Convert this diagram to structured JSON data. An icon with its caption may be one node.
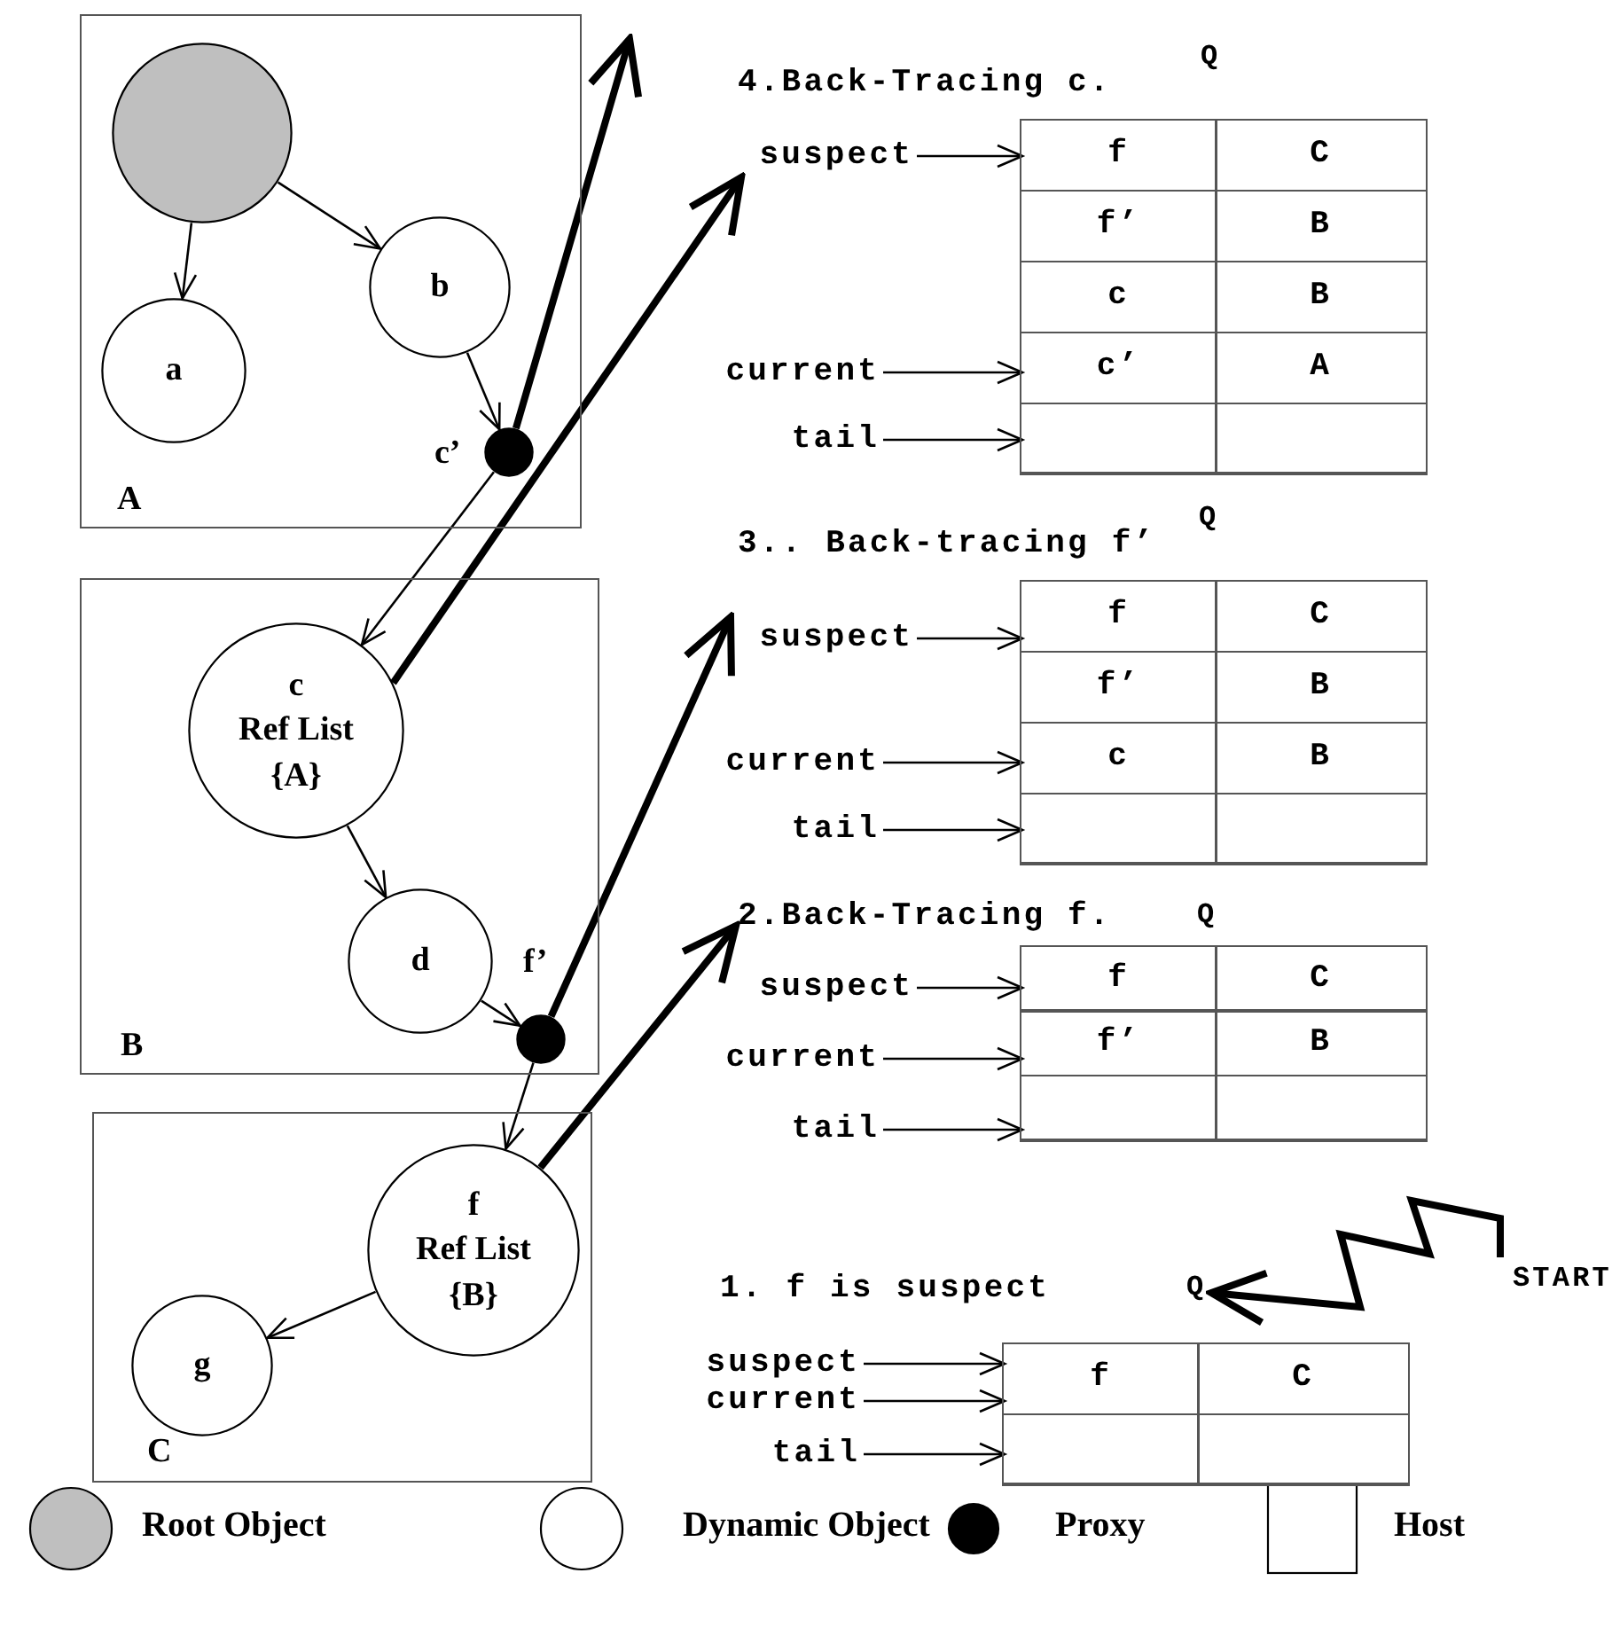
{
  "diagram": {
    "nodes": [
      {
        "text": [
          "A"
        ]
      },
      {
        "text": [],
        "shape": "circle",
        "in": 0
      },
      {
        "text": [
          "b"
        ],
        "in": 0
      },
      {
        "text": [
          "a"
        ],
        "in": 0
      },
      {
        "text": [],
        "shape": "circle",
        "in": 0,
        "beside": [
          "c’"
        ]
      },
      {
        "text": [
          "B"
        ]
      },
      {
        "text": [
          "c",
          "Ref List",
          "{A}"
        ],
        "in": 5
      },
      {
        "text": [
          "d"
        ],
        "in": 5
      },
      {
        "text": [],
        "shape": "circle",
        "in": 5,
        "beside": [
          "f’"
        ]
      },
      {
        "text": [
          "C"
        ]
      },
      {
        "text": [
          "f",
          "Ref List",
          "{B}"
        ],
        "in": 9
      },
      {
        "text": [
          "g"
        ],
        "in": 9
      },
      {
        "text": [],
        "shape": "box",
        "beside": [
          "4.Back-Tracing c.",
          "Q"
        ]
      },
      {
        "text": [
          "f",
          "C"
        ],
        "in": 12
      },
      {
        "text": [
          "f’",
          "B"
        ],
        "in": 12
      },
      {
        "text": [
          "c",
          "B"
        ],
        "in": 12
      },
      {
        "text": [
          "c’",
          "A"
        ],
        "in": 12
      },
      {
        "text": [],
        "shape": "box",
        "in": 12
      },
      {
        "text": [
          "suspect"
        ]
      },
      {
        "text": [
          "current"
        ]
      },
      {
        "text": [
          "tail"
        ]
      },
      {
        "text": [],
        "shape": "box",
        "beside": [
          "3.. Back-tracing f’",
          "Q"
        ]
      },
      {
        "text": [
          "f",
          "C"
        ],
        "in": 21
      },
      {
        "text": [
          "f’",
          "B"
        ],
        "in": 21
      },
      {
        "text": [
          "c",
          "B"
        ],
        "in": 21
      },
      {
        "text": [],
        "shape": "box",
        "in": 21
      },
      {
        "text": [
          "suspect"
        ]
      },
      {
        "text": [
          "current"
        ]
      },
      {
        "text": [
          "tail"
        ]
      },
      {
        "text": [],
        "shape": "box",
        "beside": [
          "2.Back-Tracing f.",
          "Q"
        ]
      },
      {
        "text": [
          "f",
          "C"
        ],
        "in": 29
      },
      {
        "text": [
          "f’",
          "B"
        ],
        "in": 29
      },
      {
        "text": [],
        "shape": "box",
        "in": 29
      },
      {
        "text": [
          "suspect"
        ]
      },
      {
        "text": [
          "current"
        ]
      },
      {
        "text": [
          "tail"
        ]
      },
      {
        "text": [],
        "shape": "box",
        "beside": [
          "1. f is suspect",
          "Q"
        ]
      },
      {
        "text": [
          "f",
          "C"
        ],
        "in": 36
      },
      {
        "text": [],
        "shape": "box",
        "in": 36
      },
      {
        "text": [
          "suspect"
        ]
      },
      {
        "text": [
          "current"
        ]
      },
      {
        "text": [
          "tail"
        ]
      },
      {
        "text": [
          "START"
        ]
      }
    ],
    "edges": [
      {
        "from": 1,
        "to": 3,
        "arrow": "to"
      },
      {
        "from": 1,
        "to": 2,
        "arrow": "to"
      },
      {
        "from": 2,
        "to": 4,
        "arrow": "to"
      },
      {
        "from": 4,
        "to": 6,
        "arrow": "to"
      },
      {
        "from": 6,
        "to": 7,
        "arrow": "to"
      },
      {
        "from": 7,
        "to": 8,
        "arrow": "to"
      },
      {
        "from": 8,
        "to": 10,
        "arrow": "to"
      },
      {
        "from": 10,
        "to": 11,
        "arrow": "to"
      },
      {
        "from": 4,
        "to": null,
        "arrow": "to",
        "style": "thick"
      },
      {
        "from": 6,
        "to": 18,
        "arrow": "to",
        "style": "thick"
      },
      {
        "from": 8,
        "to": 26,
        "arrow": "to",
        "style": "thick"
      },
      {
        "from": 10,
        "to": 29,
        "arrow": "to",
        "style": "thick"
      },
      {
        "from": 18,
        "to": 13,
        "arrow": "to"
      },
      {
        "from": 19,
        "to": 16,
        "arrow": "to"
      },
      {
        "from": 20,
        "to": 17,
        "arrow": "to"
      },
      {
        "from": 26,
        "to": 22,
        "arrow": "to"
      },
      {
        "from": 27,
        "to": 24,
        "arrow": "to"
      },
      {
        "from": 28,
        "to": 25,
        "arrow": "to"
      },
      {
        "from": 33,
        "to": 30,
        "arrow": "to"
      },
      {
        "from": 34,
        "to": 31,
        "arrow": "to"
      },
      {
        "from": 35,
        "to": 32,
        "arrow": "to"
      },
      {
        "from": 39,
        "to": 37,
        "arrow": "to"
      },
      {
        "from": 40,
        "to": 37,
        "arrow": "to"
      },
      {
        "from": 41,
        "to": 38,
        "arrow": "to"
      },
      {
        "from": 42,
        "to": 36,
        "arrow": "to",
        "style": "thick"
      }
    ],
    "legend": [
      {
        "text": "Root Object",
        "color": "#bfbfbf"
      },
      {
        "text": "Dynamic Object",
        "color": "#ffffff"
      },
      {
        "text": "Proxy",
        "color": "#000000"
      },
      {
        "text": "Host"
      }
    ]
  }
}
